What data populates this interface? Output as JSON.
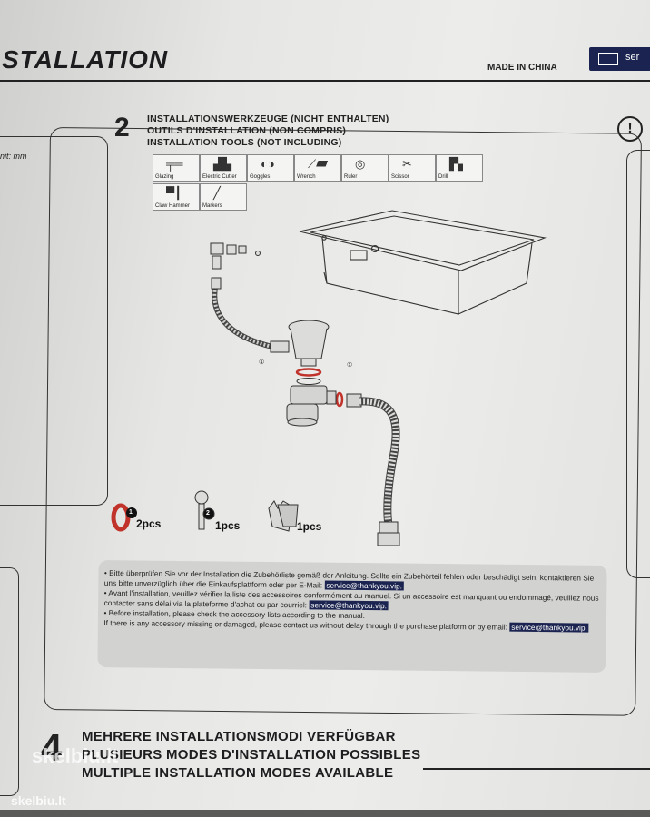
{
  "header": {
    "title": "STALLATION",
    "made_in": "MADE IN CHINA",
    "email_badge": "ser"
  },
  "left_panel": {
    "unit": "nit: mm"
  },
  "step2": {
    "number": "2",
    "heading_de": "INSTALLATIONSWERKZEUGE (NICHT ENTHALTEN)",
    "heading_fr": "OUTILS D'INSTALLATION (NON COMPRIS)",
    "heading_en": "INSTALLATION TOOLS (NOT INCLUDING)",
    "tools": [
      {
        "label": "Glazing",
        "icon": "glue-gun-icon"
      },
      {
        "label": "Electric Cutter",
        "icon": "electric-cutter-icon"
      },
      {
        "label": "Goggles",
        "icon": "goggles-icon"
      },
      {
        "label": "Wrench",
        "icon": "wrench-icon"
      },
      {
        "label": "Ruler",
        "icon": "tape-measure-icon"
      },
      {
        "label": "Scissor",
        "icon": "scissors-icon"
      },
      {
        "label": "Drill",
        "icon": "drill-icon"
      },
      {
        "label": "Claw Hammer",
        "icon": "hammer-icon"
      },
      {
        "label": "Markers",
        "icon": "marker-icon"
      }
    ],
    "diagram_callouts": [
      "①",
      "①"
    ],
    "parts": [
      {
        "number": "1",
        "qty": "2pcs",
        "icon": "gasket-ring-icon"
      },
      {
        "number": "2",
        "qty": "1pcs",
        "icon": "sink-key-icon"
      },
      {
        "number": "",
        "qty": "1pcs",
        "icon": "gloves-icon"
      }
    ],
    "notice": {
      "de": "• Bitte überprüfen Sie vor der Installation die Zubehörliste gemäß der Anleitung. Sollte ein Zubehörteil fehlen oder beschädigt sein, kontaktieren Sie uns bitte unverzüglich über die Einkaufsplattform oder per E-Mail: ",
      "fr": "• Avant l'installation, veuillez vérifier la liste des accessoires conformément au manuel. Si un accessoire est manquant ou endommagé, veuillez nous contacter sans délai via la plateforme d'achat ou par courriel: ",
      "en1": "• Before installation, please check the accessory lists according to the manual.",
      "en2": "If there is any accessory missing or damaged, please contact us without delay through the purchase platform or by email: ",
      "email": "service@thankyou.vip."
    }
  },
  "step4": {
    "number": "4",
    "heading_de": "MEHRERE INSTALLATIONSMODI VERFÜGBAR",
    "heading_fr": "PLUSIEURS MODES D'INSTALLATION POSSIBLES",
    "heading_en": "MULTIPLE INSTALLATION MODES AVAILABLE"
  },
  "watermark": "skelbiu.lt"
}
